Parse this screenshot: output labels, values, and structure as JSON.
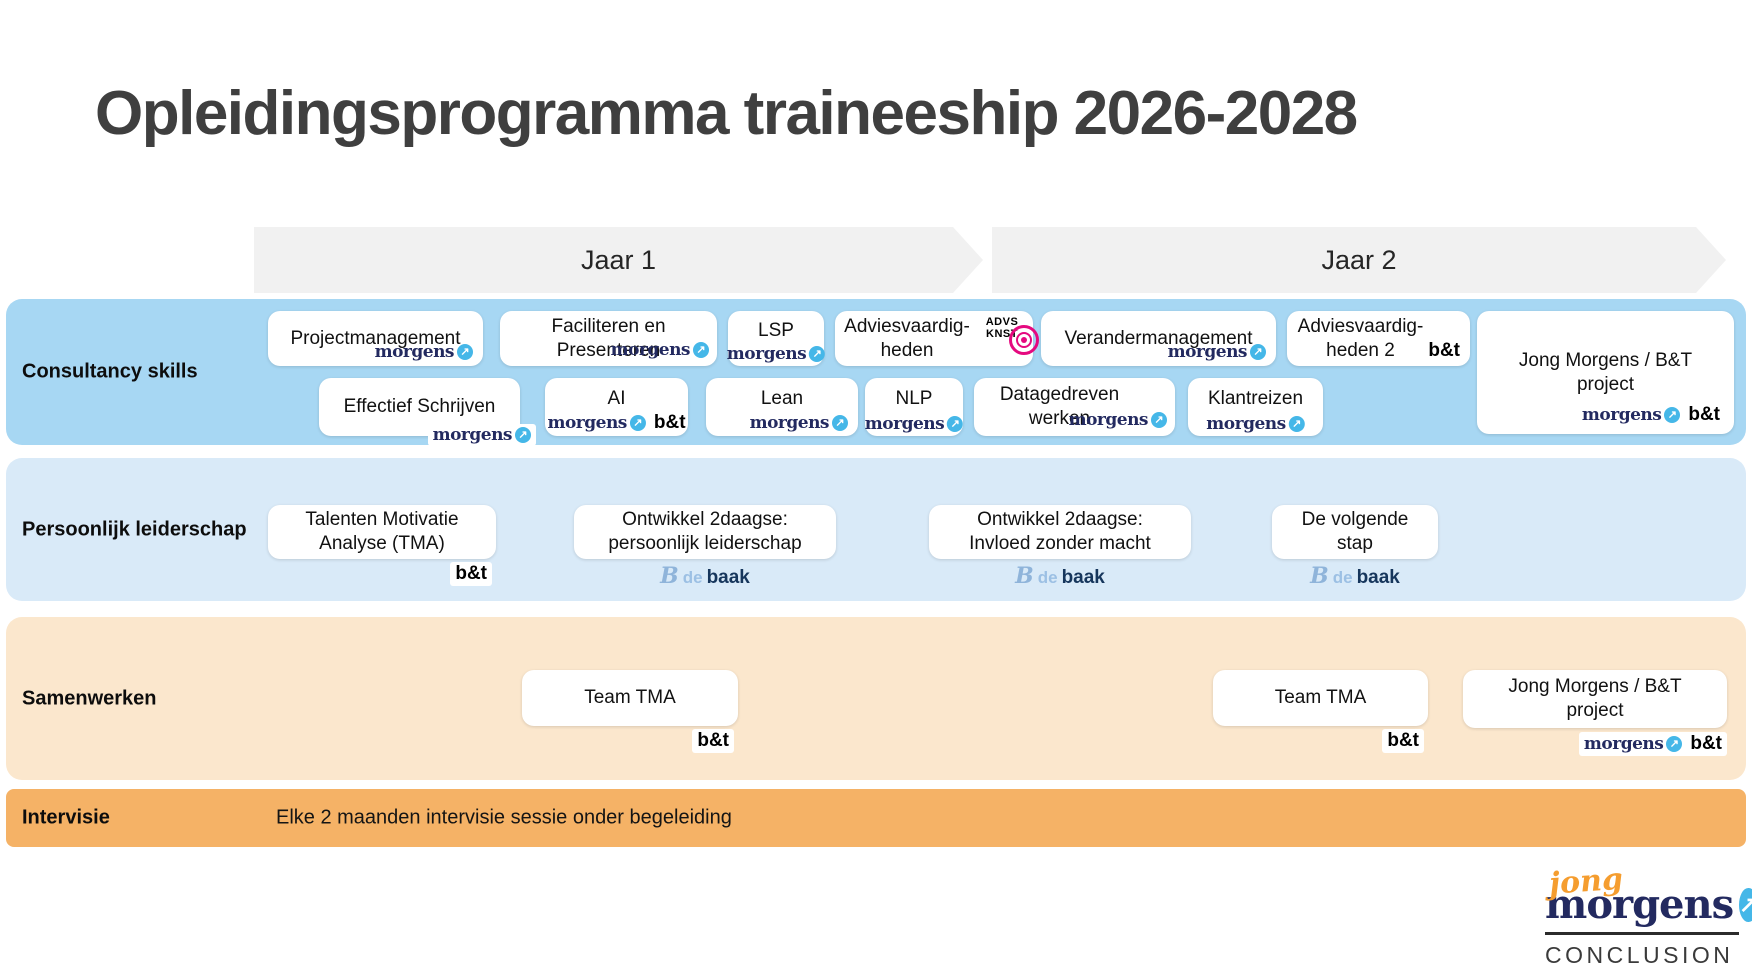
{
  "title": "Opleidingsprogramma traineeship 2026-2028",
  "timeline": {
    "jaar1": "Jaar 1",
    "jaar2": "Jaar 2"
  },
  "rows": {
    "consultancy": {
      "label": "Consultancy skills"
    },
    "leiderschap": {
      "label": "Persoonlijk leiderschap"
    },
    "samenwerken": {
      "label": "Samenwerken"
    },
    "intervisie": {
      "label": "Intervisie",
      "text": "Elke 2 maanden intervisie sessie onder begeleiding"
    }
  },
  "cards": {
    "projectmanagement": {
      "title": "Projectmanagement"
    },
    "faciliteren": {
      "title": "Faciliteren en\nPresenteren"
    },
    "lsp": {
      "title": "LSP"
    },
    "adviesvaardigheden": {
      "title": "Adviesvaardig-\nheden"
    },
    "verandermanagement": {
      "title": "Verandermanagement"
    },
    "adviesvaardigheden2": {
      "title": "Adviesvaardig-\nheden 2"
    },
    "jm_bt_project_1": {
      "title": "Jong Morgens / B&T\nproject"
    },
    "effectief_schrijven": {
      "title": "Effectief Schrijven"
    },
    "ai": {
      "title": "AI"
    },
    "lean": {
      "title": "Lean"
    },
    "nlp": {
      "title": "NLP"
    },
    "datagedreven": {
      "title": "Datagedreven\nwerken"
    },
    "klantreizen": {
      "title": "Klantreizen"
    },
    "tma": {
      "title": "Talenten Motivatie\nAnalyse (TMA)"
    },
    "ontwikkel_pl": {
      "title": "Ontwikkel 2daagse:\npersoonlijk leiderschap"
    },
    "ontwikkel_izm": {
      "title": "Ontwikkel 2daagse:\nInvloed zonder macht"
    },
    "volgende_stap": {
      "title": "De volgende\nstap"
    },
    "team_tma_1": {
      "title": "Team TMA"
    },
    "team_tma_2": {
      "title": "Team TMA"
    },
    "jm_bt_project_2": {
      "title": "Jong Morgens / B&T\nproject"
    }
  },
  "logos": {
    "morgens": {
      "text": "morgens",
      "arrow": "↗"
    },
    "bt": {
      "text": "b&t"
    },
    "debaak": {
      "b": "B",
      "de": "de",
      "baak": "baak"
    },
    "advskunst": {
      "line1": "ADVS",
      "line2": "KNST"
    }
  },
  "footer": {
    "jong": "jong",
    "morgens": "morgens",
    "arrow": "↗",
    "conclusion": "CONCLUSION"
  },
  "colors": {
    "consultancy_bg": "#a7d7f3",
    "leiderschap_bg": "#d9eaf8",
    "samenwerken_bg": "#fbe7cd",
    "intervisie_bg": "#f5b266",
    "morgens_navy": "#232a60",
    "morgens_blue": "#45b7e8",
    "debaak_blue": "#16365c",
    "advs_magenta": "#e5097f",
    "jong_orange": "#f59d2f",
    "title_gray": "#3f3f3f"
  }
}
